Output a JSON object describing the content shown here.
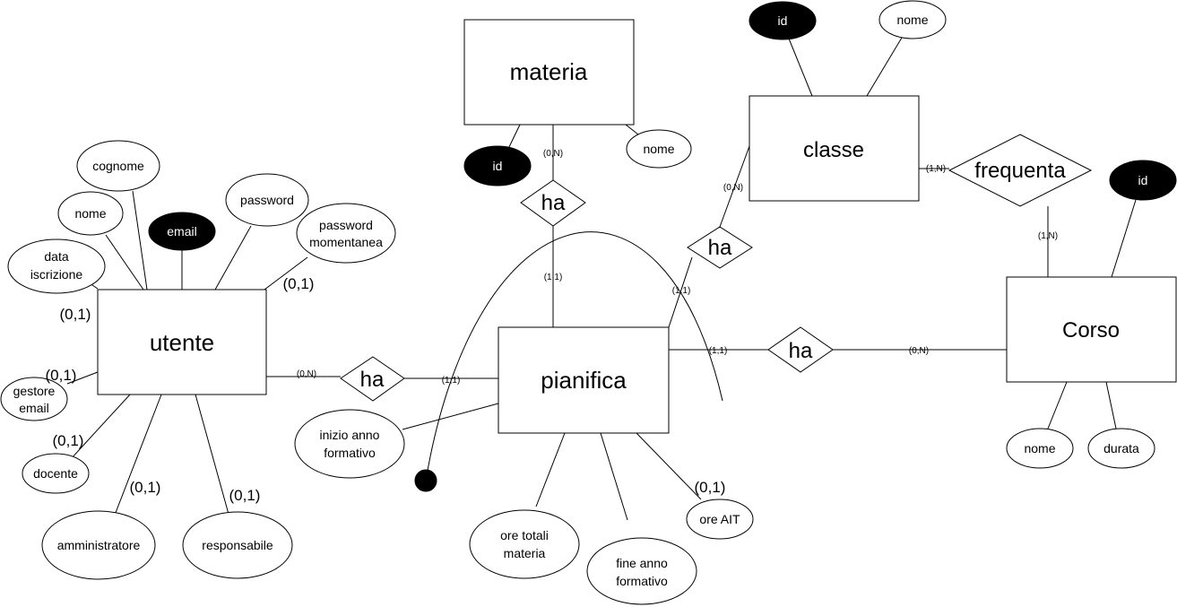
{
  "entities": {
    "materia": "materia",
    "classe": "classe",
    "utente": "utente",
    "pianifica": "pianifica",
    "corso": "Corso"
  },
  "relationships": {
    "materia_ha": "ha",
    "classe_ha": "ha",
    "frequenta": "frequenta",
    "utente_ha": "ha",
    "corso_ha": "ha"
  },
  "attributes": {
    "materia_id": "id",
    "materia_nome": "nome",
    "classe_id": "id",
    "classe_nome": "nome",
    "corso_id": "id",
    "corso_nome": "nome",
    "corso_durata": "durata",
    "utente_cognome": "cognome",
    "utente_nome": "nome",
    "utente_email": "email",
    "utente_password": "password",
    "utente_password_momentanea": [
      "password",
      "momentanea"
    ],
    "utente_data_iscrizione": [
      "data",
      "iscrizione"
    ],
    "utente_gestore_email": [
      "gestore",
      "email"
    ],
    "utente_docente": "docente",
    "utente_amministratore": "amministratore",
    "utente_responsabile": "responsabile",
    "pianifica_inizio_anno": [
      "inizio anno",
      "formativo"
    ],
    "pianifica_ore_totali": [
      "ore totali",
      "materia"
    ],
    "pianifica_fine_anno": [
      "fine anno",
      "formativo"
    ],
    "pianifica_ore_ait": "ore AIT"
  },
  "cardinalities": {
    "materia_ha_materia": "(0,N)",
    "materia_ha_pianifica": "(1,1)",
    "classe_ha_classe": "(0,N)",
    "classe_ha_pianifica": "(1,1)",
    "classe_frequenta": "(1,N)",
    "corso_frequenta": "(1,N)",
    "pianifica_corso_ha": "(1,1)",
    "corso_corso_ha": "(0,N)",
    "utente_utente_ha": "(0,N)",
    "pianifica_utente_ha": "(1,1)",
    "password_momentanea": "(0,1)",
    "data_iscrizione": "(0,1)",
    "gestore_email": "(0,1)",
    "docente": "(0,1)",
    "amministratore": "(0,1)",
    "responsabile": "(0,1)",
    "ore_ait": "(0,1)"
  }
}
